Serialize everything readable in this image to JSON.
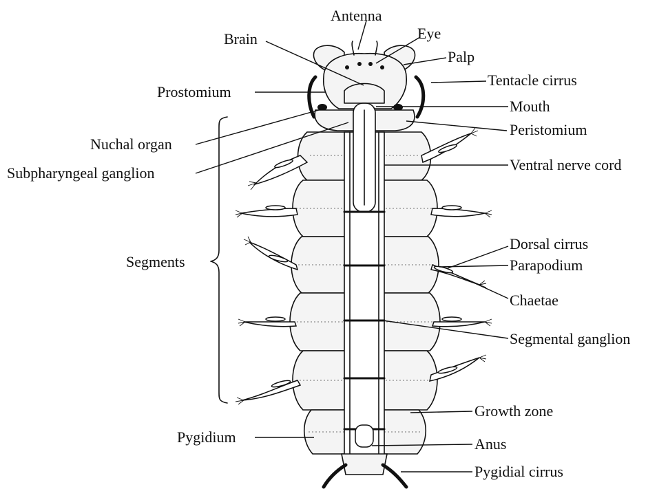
{
  "diagram": {
    "labels": {
      "antenna": "Antenna",
      "eye": "Eye",
      "brain": "Brain",
      "palp": "Palp",
      "tentacle_cirrus": "Tentacle cirrus",
      "prostomium": "Prostomium",
      "mouth": "Mouth",
      "nuchal_organ": "Nuchal organ",
      "peristomium": "Peristomium",
      "subpharyngeal_ganglion": "Subpharyngeal ganglion",
      "ventral_nerve_cord": "Ventral nerve cord",
      "segments": "Segments",
      "dorsal_cirrus": "Dorsal cirrus",
      "parapodium": "Parapodium",
      "chaetae": "Chaetae",
      "segmental_ganglion": "Segmental ganglion",
      "growth_zone": "Growth zone",
      "pygidium": "Pygidium",
      "anus": "Anus",
      "pygidial_cirrus": "Pygidial cirrus"
    }
  }
}
